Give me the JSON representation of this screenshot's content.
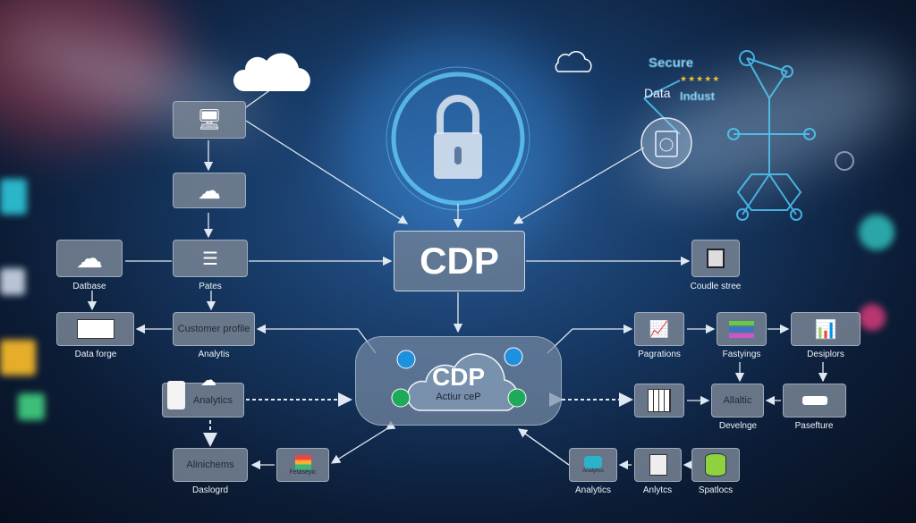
{
  "top_badge": {
    "secure": "Secure",
    "data": "Data",
    "indust": "Indust"
  },
  "hub": {
    "title": "CDP"
  },
  "cloud_hub": {
    "title": "CDP",
    "subtitle": "Actiur ceP"
  },
  "left": {
    "database": "Datbase",
    "pates": "Pates",
    "data_forge": "Data forge",
    "customer_profile": "Customer profile",
    "customer_profile_caption": "Analytis",
    "analytics": "Analytics",
    "alinichems": "Alinichems",
    "alinichems_caption": "Daslogrd",
    "fetaseyic": "Fetaseyic"
  },
  "right": {
    "coudle": "Coudle stree",
    "pagrations": "Pagrations",
    "fastyings": "Fastyings",
    "desiplors": "Desiplors",
    "allaltic": "Allaltic",
    "allaltic_caption": "Develnge",
    "pasefture": "Pasefture",
    "analytics_icon_text": "Analytics",
    "analytics1": "Analytics",
    "analytics2": "Anlytcs",
    "spatlocs": "Spatlocs"
  },
  "colors": {
    "accent": "#5fd3ff",
    "box": "#7a8694",
    "green": "#8fd13f"
  }
}
